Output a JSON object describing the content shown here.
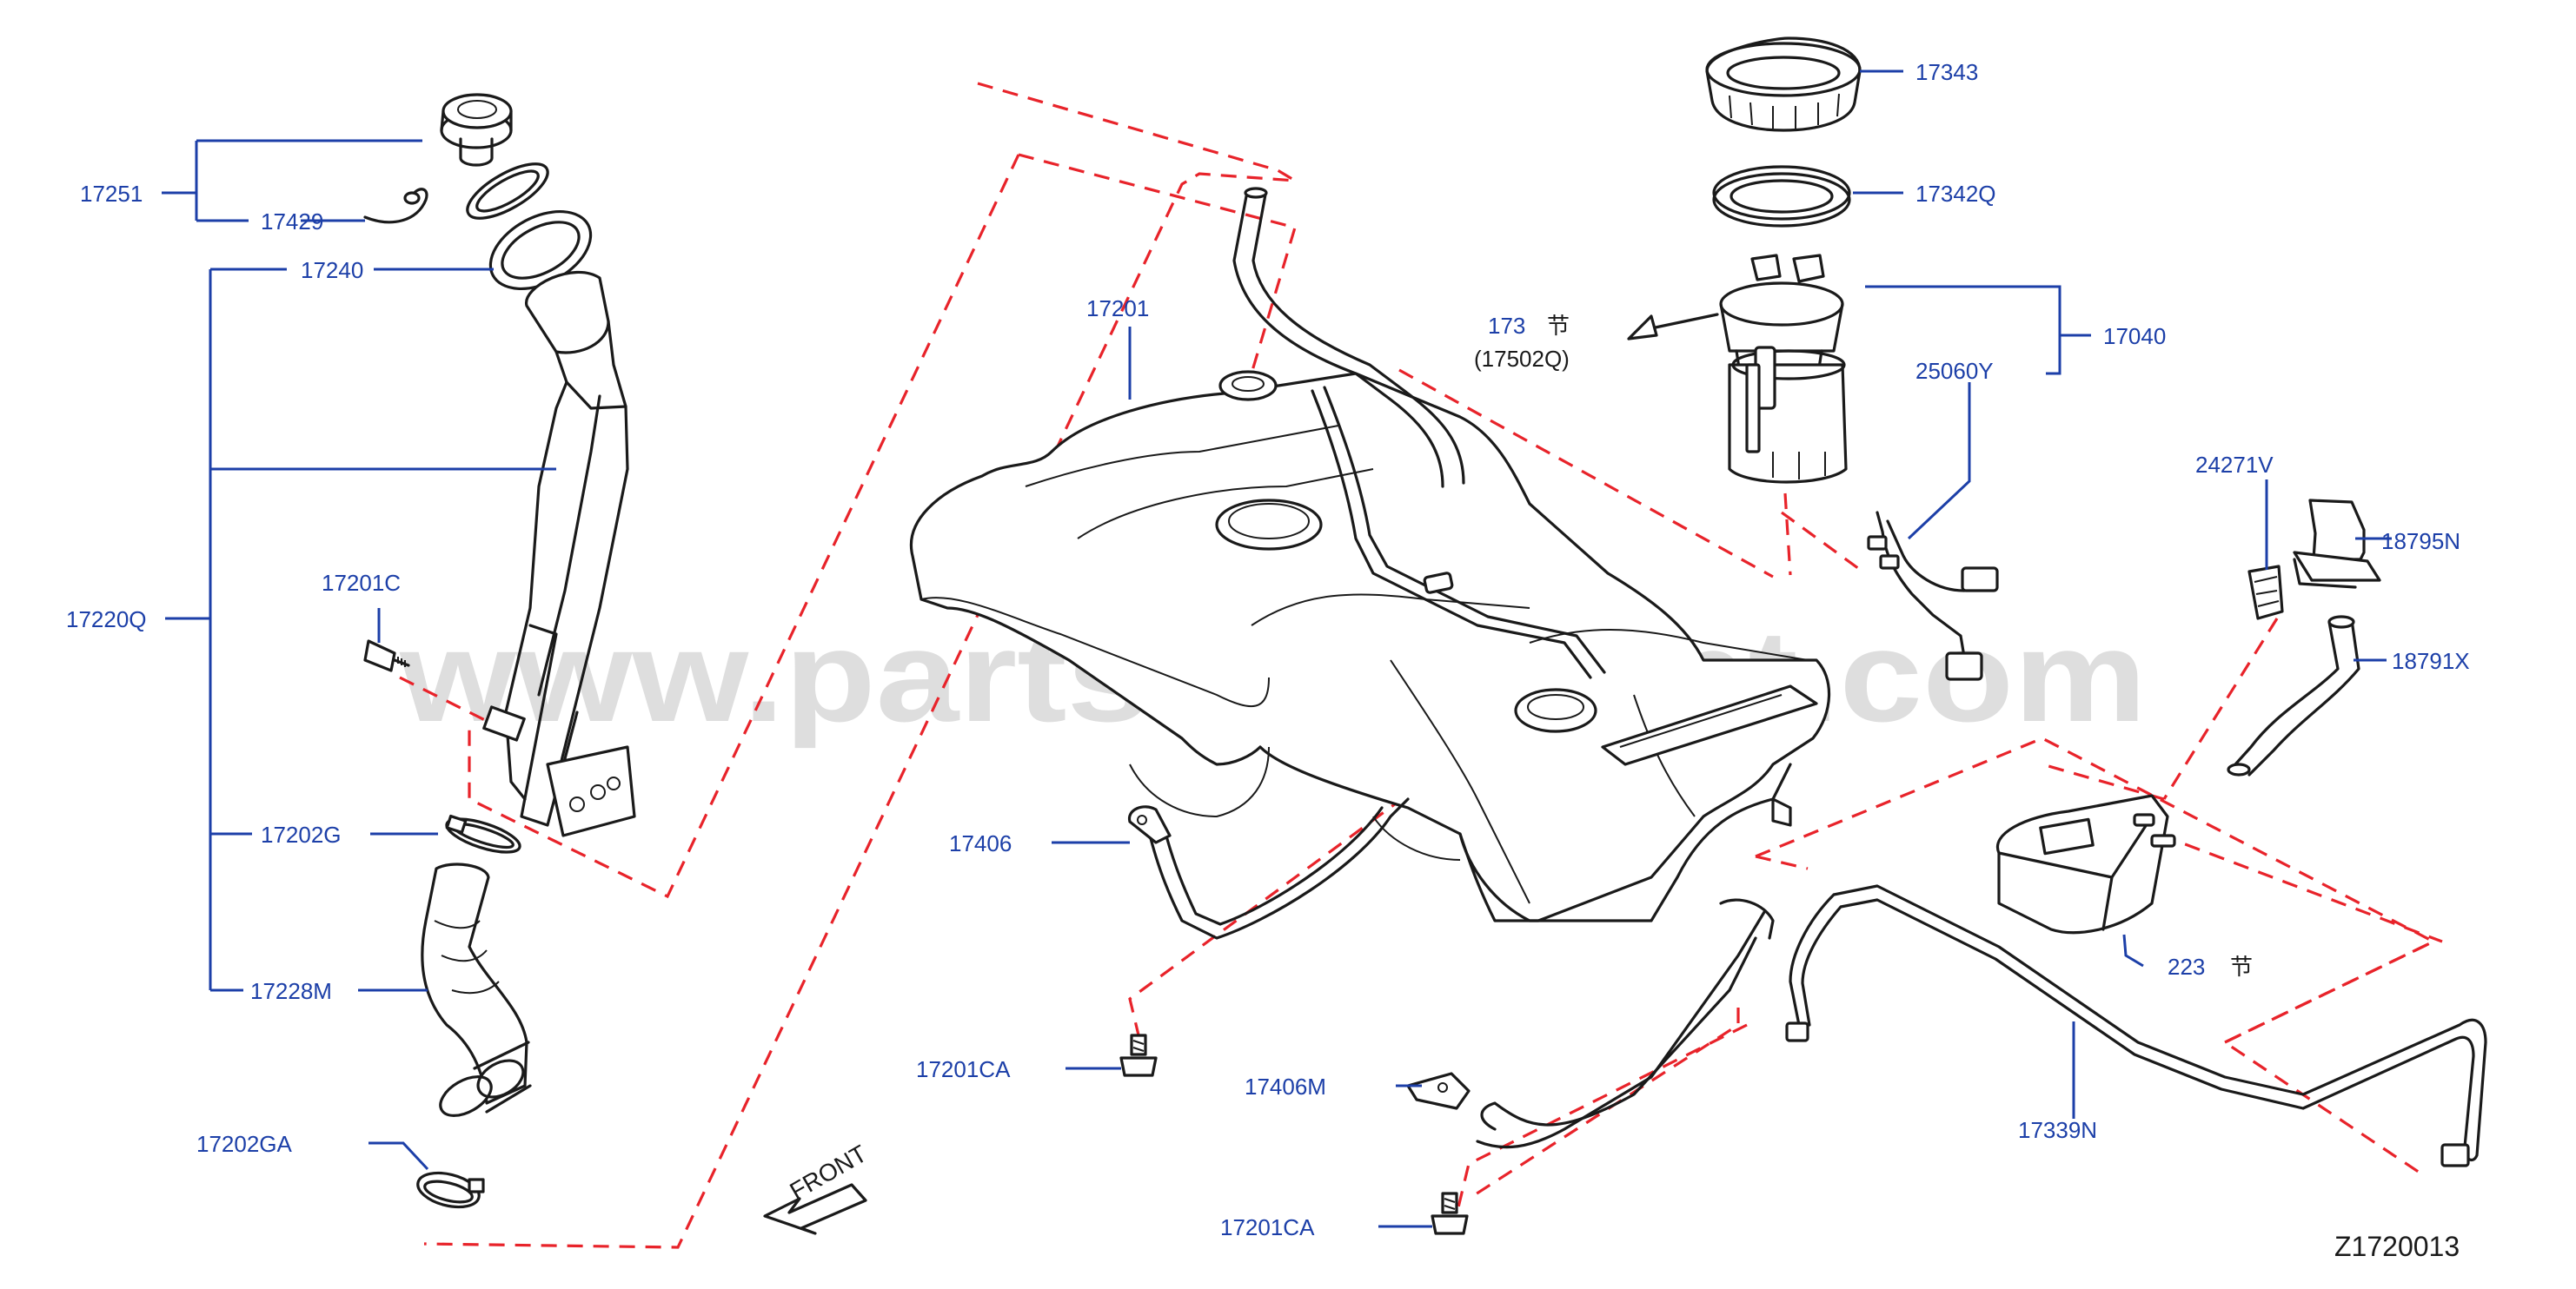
{
  "diagram_code": "Z1720013",
  "watermark": "www.partsassistant.com",
  "front_label": "FRONT",
  "colors": {
    "callout": "#1c3fa8",
    "guide": "#e8232a",
    "line": "#1a1a1a"
  },
  "callouts": {
    "c17251": "17251",
    "c17429": "17429",
    "c17240": "17240",
    "c17220Q": "17220Q",
    "c17201C": "17201C",
    "c17202G": "17202G",
    "c17228M": "17228M",
    "c17202GA": "17202GA",
    "c17201": "17201",
    "c17406": "17406",
    "c17201CA_a": "17201CA",
    "c17406M": "17406M",
    "c17201CA_b": "17201CA",
    "c173": "173",
    "c173_sec": "节",
    "c17502Q": "(17502Q)",
    "c17343": "17343",
    "c17342Q": "17342Q",
    "c17040": "17040",
    "c25060Y": "25060Y",
    "c24271V": "24271V",
    "c18795N": "18795N",
    "c18791X": "18791X",
    "c223": "223",
    "c223_sec": "节",
    "c17339N": "17339N"
  }
}
